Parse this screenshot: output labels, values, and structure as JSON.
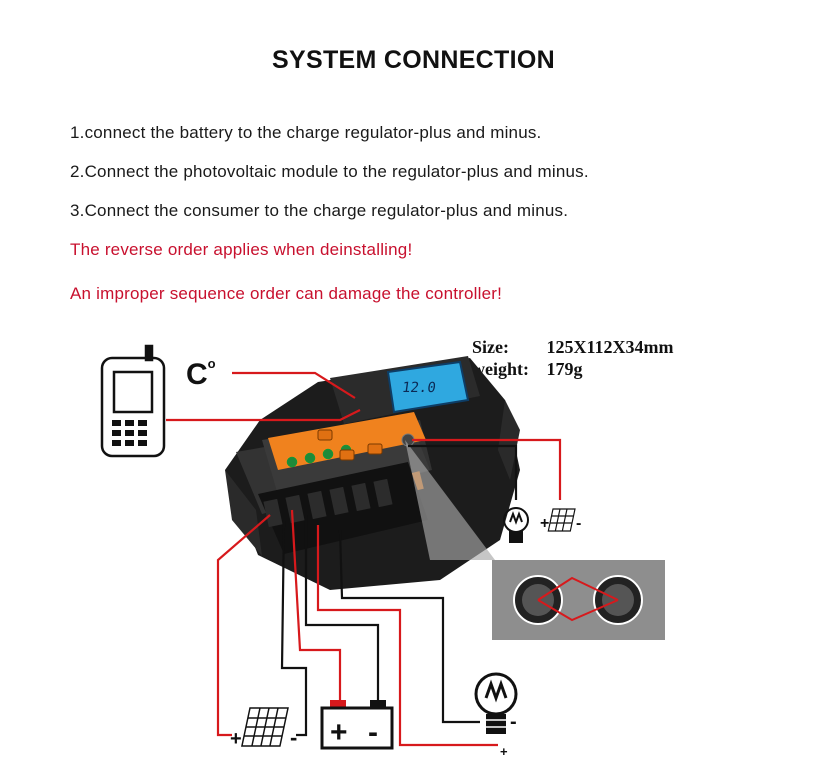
{
  "title": "SYSTEM CONNECTION",
  "steps": [
    "1.connect the battery to the charge regulator-plus and minus.",
    "2.Connect the photovoltaic module to the regulator-plus and minus.",
    "3.Connect the consumer to the charge regulator-plus and minus."
  ],
  "warnings": [
    "The reverse order applies when deinstalling!",
    "An improper sequence order can damage the controller!"
  ],
  "specs": {
    "size_label": "Size:",
    "size_value": "125X112X34mm",
    "weight_label": "weight:",
    "weight_value": "179g"
  },
  "diagram": {
    "temp_label": "C",
    "temp_degree": "o",
    "lcd_reading": "12.0",
    "plus": "+",
    "minus": "-"
  },
  "colors": {
    "wire_red": "#d7191c",
    "wire_black": "#111111",
    "controller_body": "#2a2a2a",
    "controller_accent": "#f0821e",
    "lcd": "#2fa8e0",
    "warning_text": "#c8102e"
  },
  "icons": [
    "phone-icon",
    "bulb-icon",
    "solar-panel-icon",
    "battery-icon"
  ]
}
